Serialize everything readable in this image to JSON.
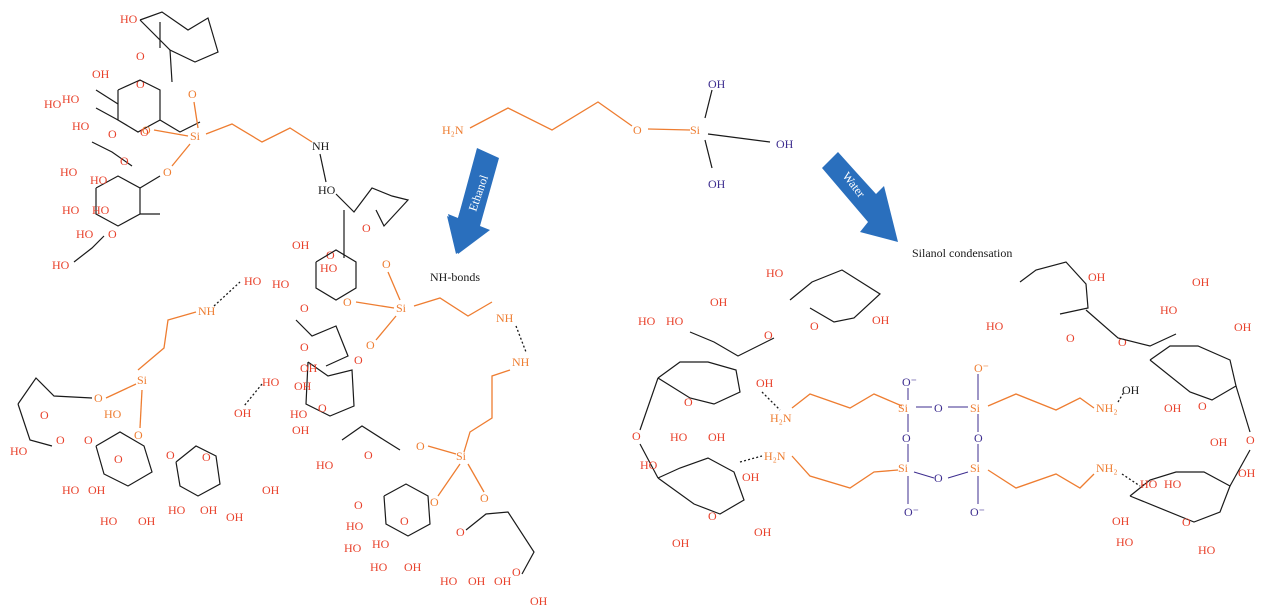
{
  "labels": {
    "ethanol": "Ethanol",
    "water": "Water",
    "nh_bonds": "NH-bonds",
    "silanol_condensation": "Silanol condensation"
  },
  "atoms": {
    "ho": "HO",
    "oh": "OH",
    "o": "O",
    "si": "Si",
    "nh": "NH",
    "h2n": "H₂N",
    "nh2": "NH₂",
    "o_minus": "O⁻"
  },
  "colors": {
    "oxygen_red": "#e8402a",
    "linker_orange": "#ee7d31",
    "silanol_purple": "#3d2d8f",
    "arrow_blue": "#2a6fbd",
    "bond_black": "#1a1a1a"
  }
}
